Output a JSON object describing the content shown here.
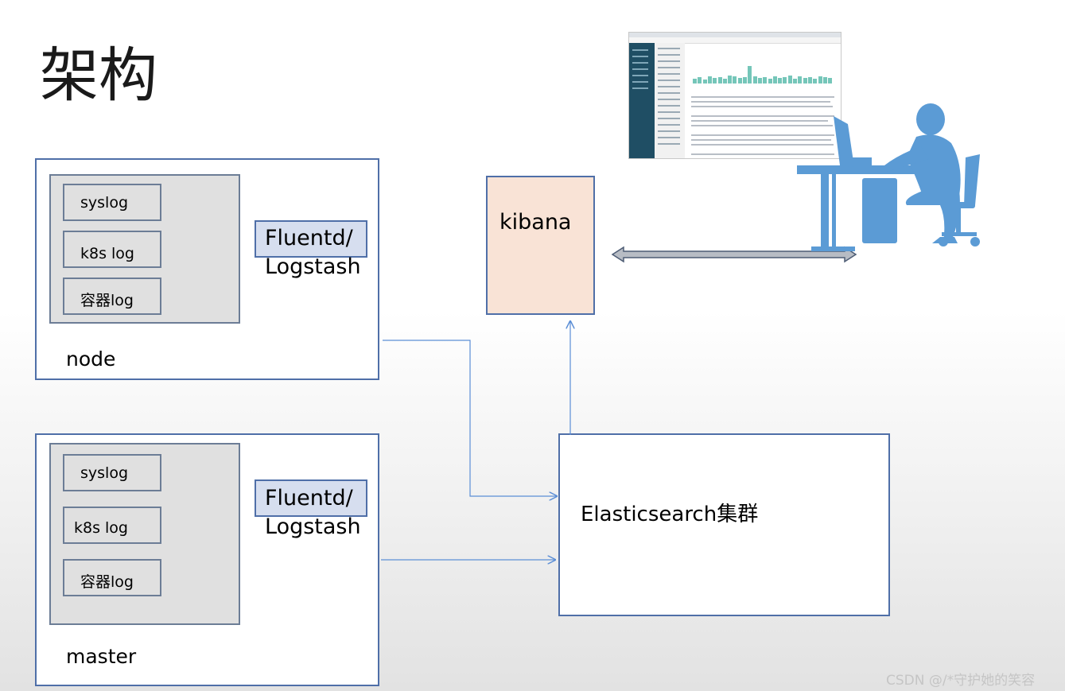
{
  "title": "架构",
  "node_group": {
    "items": [
      "syslog",
      "k8s log",
      "容器log"
    ],
    "agent": {
      "line1": "Fluentd/",
      "line2": "Logstash"
    },
    "label": "node"
  },
  "master_group": {
    "items": [
      "syslog",
      "k8s log",
      "容器log"
    ],
    "agent": {
      "line1": "Fluentd/",
      "line2": "Logstash"
    },
    "label": "master"
  },
  "kibana": {
    "label": "kibana"
  },
  "elasticsearch": {
    "label": "Elasticsearch集群"
  },
  "watermark": "CSDN @/*守护她的笑容",
  "colors": {
    "box_border": "#4f6fa8",
    "inner_fill": "#e0e0e0",
    "agent_fill": "#d6deef",
    "kibana_fill": "#f9e3d6",
    "connector": "#5b8ed6",
    "user_figure": "#5b9bd5"
  },
  "icons": [
    "kibana-screenshot-thumbnail",
    "user-at-computer-icon"
  ]
}
